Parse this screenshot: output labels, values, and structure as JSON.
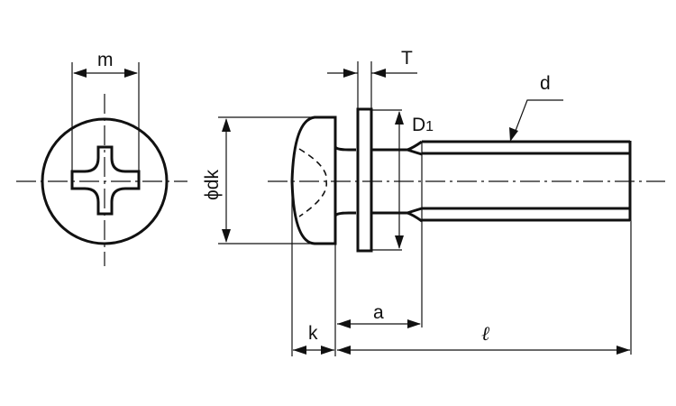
{
  "drawing": {
    "title": "Pan head Phillips screw with washer",
    "colors": {
      "line": "#111111",
      "background": "#ffffff"
    },
    "labels": {
      "m": "m",
      "T": "T",
      "d": "d",
      "D1_main": "D",
      "D1_sub": "1",
      "dk": "ϕdk",
      "a": "a",
      "k": "k",
      "l": "ℓ"
    }
  }
}
